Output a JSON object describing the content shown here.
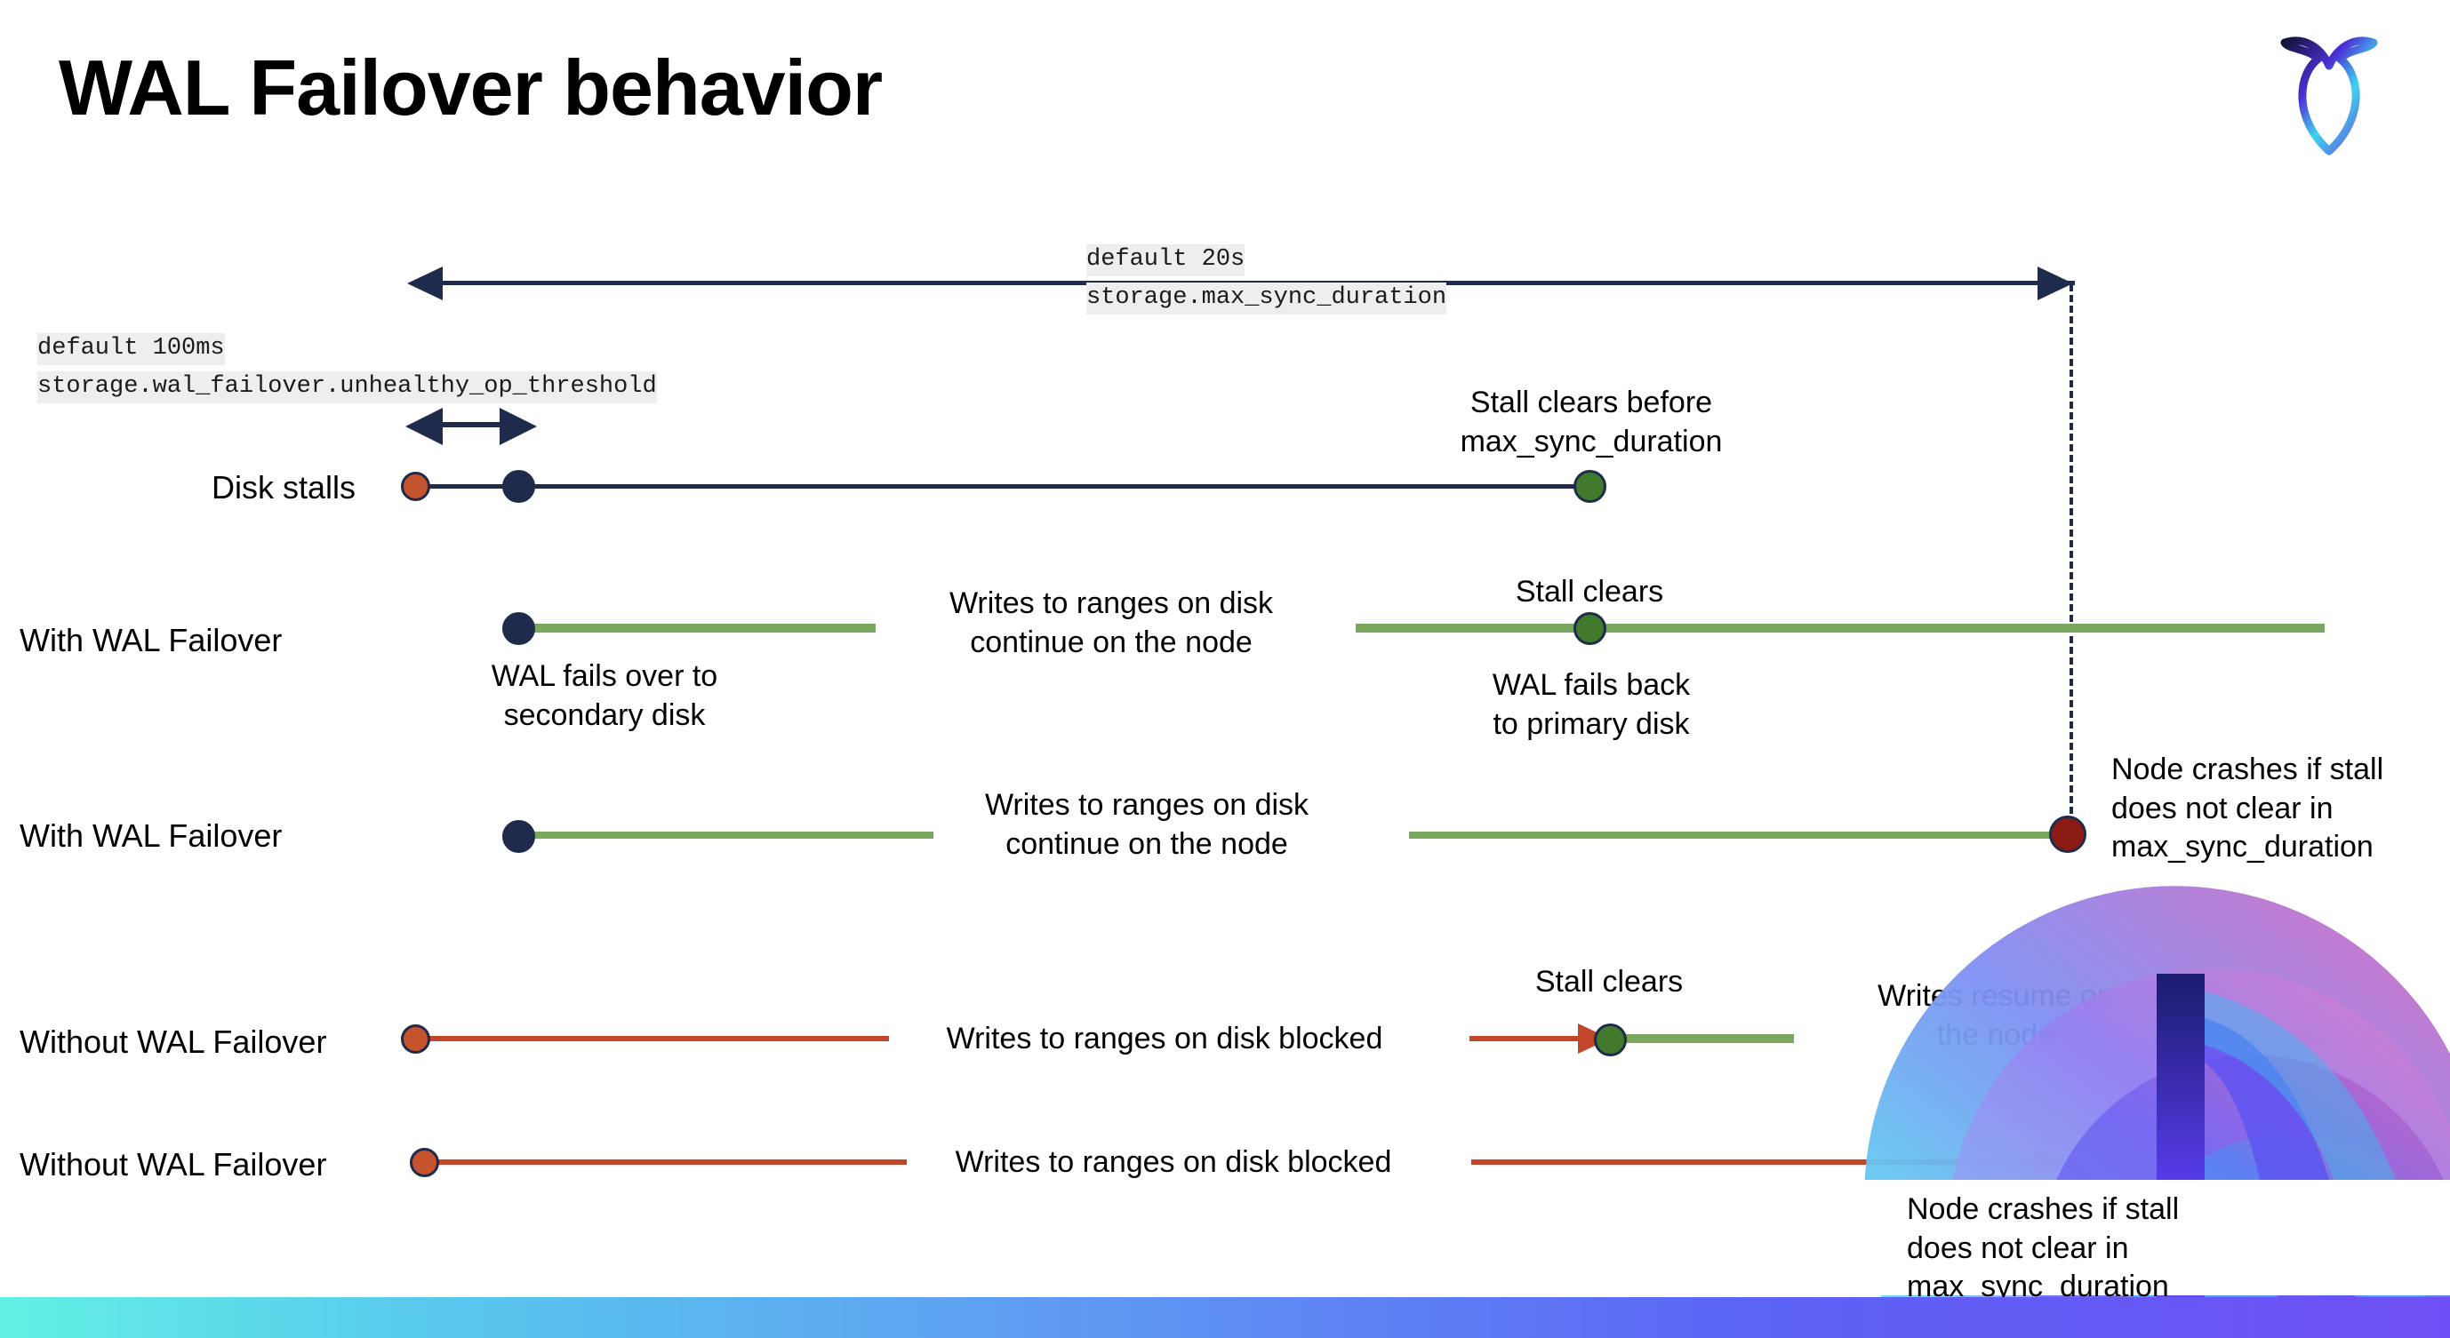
{
  "slide": {
    "title": "WAL Failover behavior",
    "logo_name": "cockroachdb-logo"
  },
  "annotations": {
    "max_sync": {
      "default": "default 20s",
      "setting": "storage.max_sync_duration"
    },
    "unhealthy": {
      "default": "default 100ms",
      "setting": "storage.wal_failover.unhealthy_op_threshold"
    }
  },
  "rows": [
    {
      "label": "Disk stalls",
      "notes": [
        "Stall clears before\nmax_sync_duration"
      ]
    },
    {
      "label": "With WAL Failover",
      "notes": [
        "Writes to ranges on disk\ncontinue on the node",
        "Stall clears",
        "WAL fails over to\nsecondary disk",
        "WAL fails  back\nto primary disk"
      ]
    },
    {
      "label": "With WAL Failover",
      "notes": [
        "Writes to ranges on disk\ncontinue on the node",
        "Node crashes if stall\ndoes not clear in\nmax_sync_duration"
      ]
    },
    {
      "label": "Without WAL Failover",
      "notes": [
        "Writes to ranges on disk  blocked",
        "Stall clears",
        "Writes resume on\nthe node"
      ]
    },
    {
      "label": "Without WAL Failover",
      "notes": [
        "Writes to ranges on disk  blocked",
        "Node crashes if stall\ndoes not clear in\nmax_sync_duration"
      ]
    }
  ],
  "colors": {
    "navy": "#1f2b4d",
    "green_line": "#7aa75d",
    "orange_line": "#c4462a",
    "dot_orange": "#c4532e",
    "dot_green": "#417a2b",
    "dot_red": "#8c1b13"
  }
}
